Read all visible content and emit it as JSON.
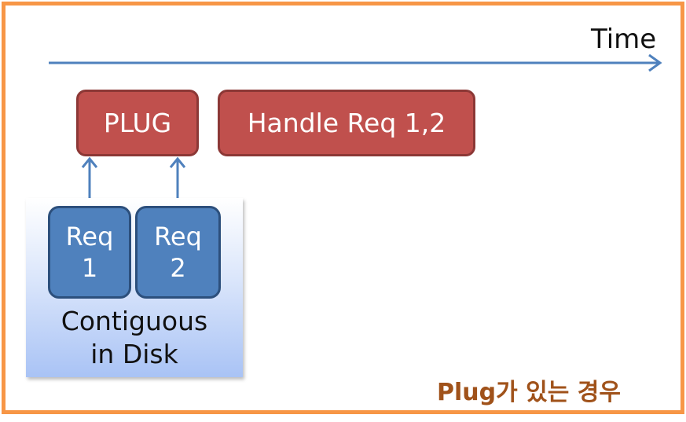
{
  "timeline": {
    "label": "Time"
  },
  "boxes": {
    "plug": "PLUG",
    "handle": "Handle Req 1,2"
  },
  "requests": [
    {
      "title": "Req",
      "number": "1"
    },
    {
      "title": "Req",
      "number": "2"
    }
  ],
  "disk": {
    "line1": "Contiguous",
    "line2": "in Disk"
  },
  "caption": "Plug가 있는 경우",
  "colors": {
    "frame": "#f79646",
    "arrow": "#4f81bd",
    "red_box": "#c0504d",
    "blue_box": "#4f81bd",
    "caption": "#a0521a"
  }
}
